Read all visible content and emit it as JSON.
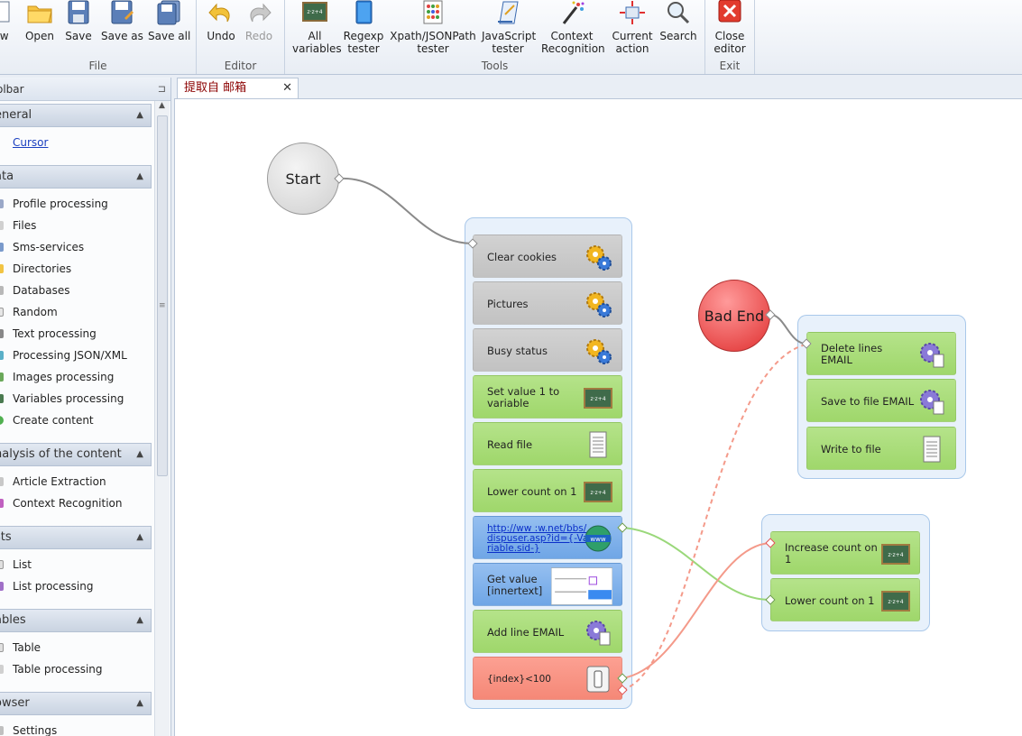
{
  "ribbon": {
    "groups": {
      "file": "File",
      "editor": "Editor",
      "tools": "Tools",
      "exit": "Exit"
    },
    "buttons": {
      "new": "ew",
      "open": "Open",
      "save": "Save",
      "save_as": "Save as",
      "save_all": "Save all",
      "undo": "Undo",
      "redo": "Redo",
      "all_variables_1": "All",
      "all_variables_2": "variables",
      "regexp_1": "Regexp",
      "regexp_2": "tester",
      "xpath_1": "Xpath/JSONPath",
      "xpath_2": "tester",
      "js_1": "JavaScript",
      "js_2": "tester",
      "context_1": "Context",
      "context_2": "Recognition",
      "current_1": "Current",
      "current_2": "action",
      "search": "Search",
      "close_1": "Close",
      "close_2": "editor"
    }
  },
  "toolbar": {
    "title": "olbar",
    "sections": {
      "general": {
        "label": "eneral",
        "items": [
          "Cursor"
        ]
      },
      "data": {
        "label": "ata",
        "items": [
          "Profile processing",
          "Files",
          "Sms-services",
          "Directories",
          "Databases",
          "Random",
          "Text processing",
          "Processing JSON/XML",
          "Images processing",
          "Variables processing",
          "Create content"
        ]
      },
      "analysis": {
        "label": "nalysis of the content",
        "items": [
          "Article Extraction",
          "Context Recognition"
        ]
      },
      "lists": {
        "label": "sts",
        "items": [
          "List",
          "List processing"
        ]
      },
      "tables": {
        "label": "ables",
        "items": [
          "Table",
          "Table processing"
        ]
      },
      "browser": {
        "label": "owser",
        "items": [
          "Settings"
        ]
      }
    }
  },
  "tab": {
    "label": "提取自      邮箱",
    "close": "✕"
  },
  "canvas": {
    "start": "Start",
    "bad_end": "Bad End",
    "main_blocks": [
      "Clear cookies",
      "Pictures",
      "Busy status",
      "Set value 1 to variable",
      "Read file",
      "Lower count on 1",
      "http://ww          :w.net/bbs/dispuser.asp?id={-Variable.sid-}",
      "Get value [innertext]",
      "Add line EMAIL",
      "{index}<100"
    ],
    "bad_end_blocks": [
      "Delete lines EMAIL",
      "Save to file EMAIL",
      "Write to file"
    ],
    "count_blocks": [
      "Increase count on 1",
      "Lower count on 1"
    ]
  },
  "icons": {
    "gears": "gears-icon",
    "chalkboard": "chalkboard-icon",
    "document": "document-icon",
    "globe": "www-globe-icon",
    "switch": "switch-icon",
    "thumbnail": "page-thumbnail-icon"
  },
  "colors": {
    "gray_block": "#c8c8c8",
    "green_block": "#a8dc7a",
    "blue_block": "#7fb0ea",
    "red_block": "#f8917f",
    "start": "#d8d8d8",
    "bad_end": "#e84848"
  }
}
